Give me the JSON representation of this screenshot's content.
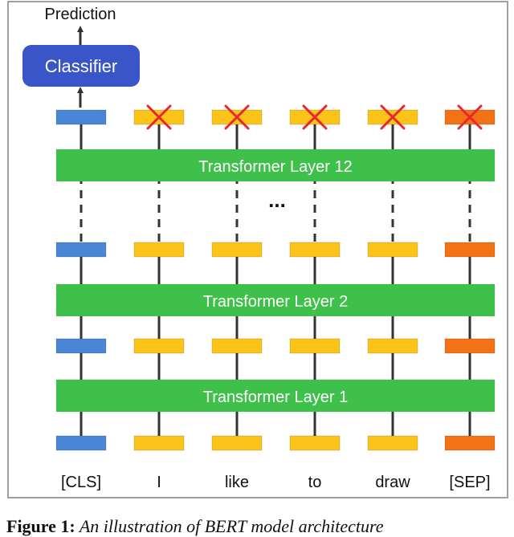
{
  "diagram": {
    "prediction_label": "Prediction",
    "classifier_label": "Classifier",
    "ellipsis": "...",
    "layers": [
      {
        "label": "Transformer Layer 12"
      },
      {
        "label": "Transformer Layer 2"
      },
      {
        "label": "Transformer Layer 1"
      }
    ],
    "tokens": [
      {
        "label": "[CLS]",
        "kind": "cls"
      },
      {
        "label": "I",
        "kind": "word"
      },
      {
        "label": "like",
        "kind": "word"
      },
      {
        "label": "to",
        "kind": "word"
      },
      {
        "label": "draw",
        "kind": "word"
      },
      {
        "label": "[SEP]",
        "kind": "sep"
      }
    ],
    "discarded_token_kinds": [
      "word",
      "sep"
    ],
    "colors": {
      "cls": "#4a86d6",
      "word": "#fcc419",
      "sep": "#f47216",
      "layer": "#3ec04a",
      "classifier": "#3a55c8",
      "cross": "#e8262c",
      "line": "#333333",
      "frame": "#a0a0a0"
    }
  },
  "caption": {
    "prefix": "Figure 1:",
    "text": " An illustration of BERT model architecture"
  }
}
